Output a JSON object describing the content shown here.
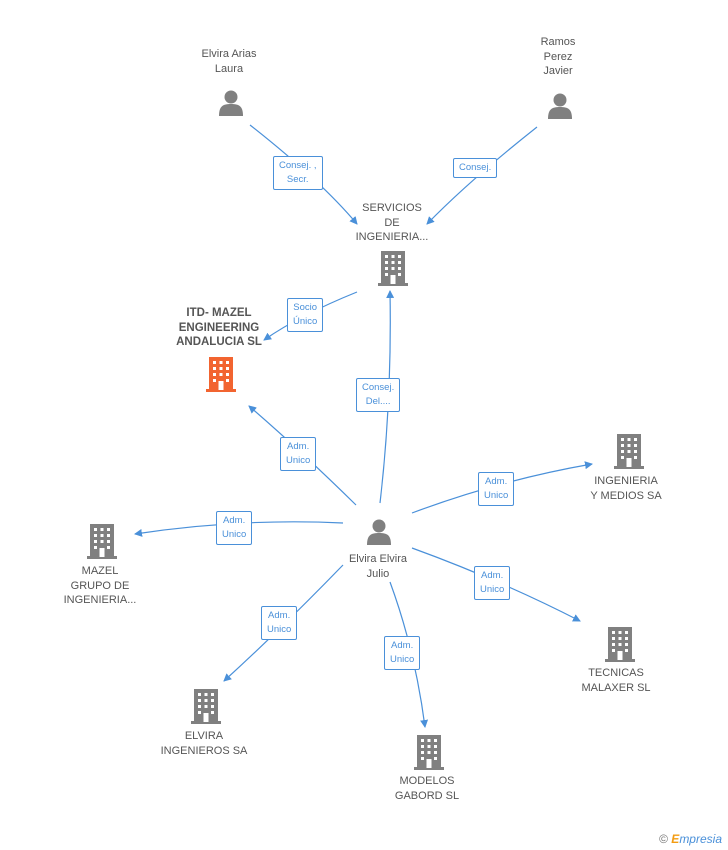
{
  "colors": {
    "edge": "#4a90d9",
    "person": "#808080",
    "company": "#808080",
    "focus": "#f26430",
    "text": "#555555"
  },
  "nodes": {
    "elvira_arias": {
      "label": "Elvira Arias\nLaura",
      "icon": "person-icon"
    },
    "ramos_perez": {
      "label": "Ramos\nPerez\nJavier",
      "icon": "person-icon"
    },
    "servicios": {
      "label": "SERVICIOS\nDE\nINGENIERIA...",
      "icon": "building-icon"
    },
    "itd_mazel": {
      "label": "ITD- MAZEL\nENGINEERING\nANDALUCIA SL",
      "icon": "building-icon"
    },
    "ingenieria_medios": {
      "label": "INGENIERIA\nY MEDIOS SA",
      "icon": "building-icon"
    },
    "mazel_grupo": {
      "label": "MAZEL\nGRUPO DE\nINGENIERIA...",
      "icon": "building-icon"
    },
    "elvira_elvira": {
      "label": "Elvira Elvira\nJulio",
      "icon": "person-icon"
    },
    "tecnicas_malaxer": {
      "label": "TECNICAS\nMALAXER  SL",
      "icon": "building-icon"
    },
    "elvira_ingenieros": {
      "label": "ELVIRA\nINGENIEROS SA",
      "icon": "building-icon"
    },
    "modelos_gabord": {
      "label": "MODELOS\nGABORD  SL",
      "icon": "building-icon"
    }
  },
  "edges": [
    {
      "label": "Consej. ,\nSecr."
    },
    {
      "label": "Consej."
    },
    {
      "label": "Socio\nÚnico"
    },
    {
      "label": "Consej.\nDel...."
    },
    {
      "label": "Adm.\nUnico"
    },
    {
      "label": "Adm.\nUnico"
    },
    {
      "label": "Adm.\nUnico"
    },
    {
      "label": "Adm.\nUnico"
    },
    {
      "label": "Adm.\nUnico"
    },
    {
      "label": "Adm.\nUnico"
    }
  ],
  "footer": {
    "copyright": "©",
    "brand_first": "E",
    "brand_rest": "mpresia"
  }
}
